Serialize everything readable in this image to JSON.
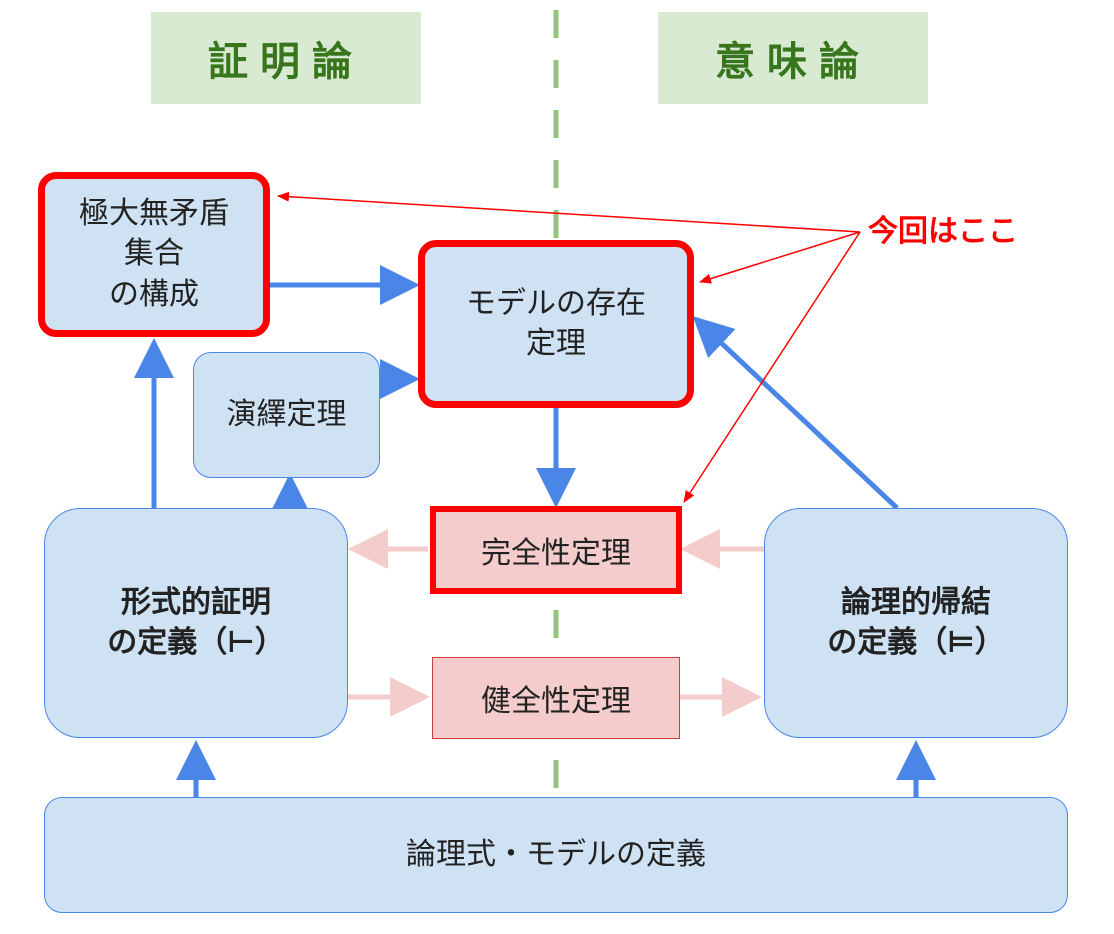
{
  "headers": {
    "left": "証明論",
    "right": "意味論"
  },
  "boxes": {
    "maximal_consistent": "極大無矛盾\n集合\nの構成",
    "model_existence": "モデルの存在\n定理",
    "deduction": "演繹定理",
    "formal_proof": "形式的証明\nの定義（⊢）",
    "logical_consequence": "論理的帰結\nの定義（⊨）",
    "formula_model": "論理式・モデルの定義"
  },
  "theorems": {
    "completeness": "完全性定理",
    "soundness": "健全性定理"
  },
  "callout": "今回はここ",
  "colors": {
    "box_fill": "#cfe2f3",
    "box_border": "#4a86e8",
    "arrow_blue": "#4a86e8",
    "highlight_red": "#ff0000",
    "theorem_fill": "#f4cccc",
    "arrow_pink": "#f4cccc",
    "header_fill": "#d9ead3",
    "header_text": "#38761d",
    "divider": "#93c47d"
  }
}
